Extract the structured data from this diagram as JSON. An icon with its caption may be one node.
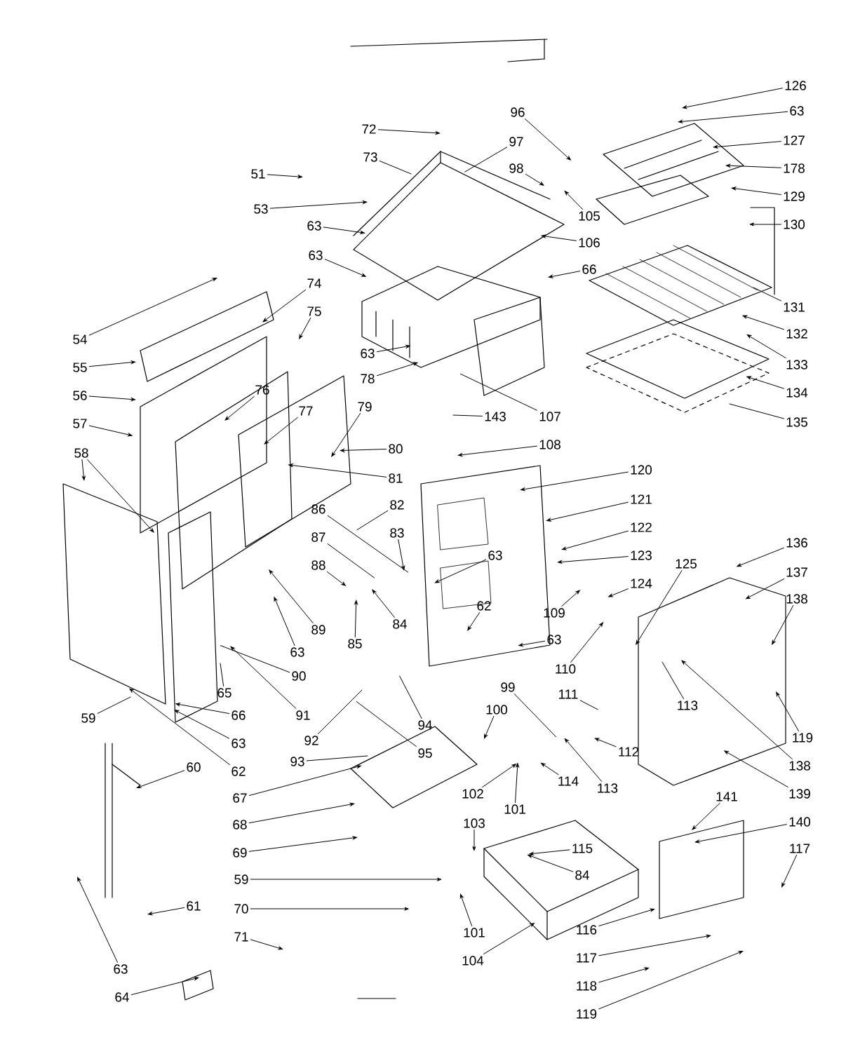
{
  "diagram": {
    "nodes": [
      {
        "text": [
          "126"
        ]
      },
      {
        "text": [
          "63"
        ]
      },
      {
        "text": [
          "96"
        ]
      },
      {
        "text": [
          "72"
        ]
      },
      {
        "text": [
          "127"
        ]
      },
      {
        "text": [
          "97"
        ]
      },
      {
        "text": [
          "73"
        ]
      },
      {
        "text": [
          "98"
        ]
      },
      {
        "text": [
          "178"
        ]
      },
      {
        "text": [
          "51"
        ]
      },
      {
        "text": [
          "129"
        ]
      },
      {
        "text": [
          "53"
        ]
      },
      {
        "text": [
          "105"
        ]
      },
      {
        "text": [
          "130"
        ]
      },
      {
        "text": [
          "63"
        ]
      },
      {
        "text": [
          "106"
        ]
      },
      {
        "text": [
          "63"
        ]
      },
      {
        "text": [
          "66"
        ]
      },
      {
        "text": [
          "74"
        ]
      },
      {
        "text": [
          "131"
        ]
      },
      {
        "text": [
          "75"
        ]
      },
      {
        "text": [
          "132"
        ]
      },
      {
        "text": [
          "54"
        ]
      },
      {
        "text": [
          "63"
        ]
      },
      {
        "text": [
          "133"
        ]
      },
      {
        "text": [
          "55"
        ]
      },
      {
        "text": [
          "78"
        ]
      },
      {
        "text": [
          "76"
        ]
      },
      {
        "text": [
          "134"
        ]
      },
      {
        "text": [
          "56"
        ]
      },
      {
        "text": [
          "79"
        ]
      },
      {
        "text": [
          "77"
        ]
      },
      {
        "text": [
          "143"
        ]
      },
      {
        "text": [
          "107"
        ]
      },
      {
        "text": [
          "135"
        ]
      },
      {
        "text": [
          "57"
        ]
      },
      {
        "text": [
          "108"
        ]
      },
      {
        "text": [
          "80"
        ]
      },
      {
        "text": [
          "58"
        ]
      },
      {
        "text": [
          "120"
        ]
      },
      {
        "text": [
          "81"
        ]
      },
      {
        "text": [
          "121"
        ]
      },
      {
        "text": [
          "82"
        ]
      },
      {
        "text": [
          "86"
        ]
      },
      {
        "text": [
          "122"
        ]
      },
      {
        "text": [
          "83"
        ]
      },
      {
        "text": [
          "87"
        ]
      },
      {
        "text": [
          "136"
        ]
      },
      {
        "text": [
          "63"
        ]
      },
      {
        "text": [
          "123"
        ]
      },
      {
        "text": [
          "125"
        ]
      },
      {
        "text": [
          "88"
        ]
      },
      {
        "text": [
          "137"
        ]
      },
      {
        "text": [
          "124"
        ]
      },
      {
        "text": [
          "138"
        ]
      },
      {
        "text": [
          "62"
        ]
      },
      {
        "text": [
          "109"
        ]
      },
      {
        "text": [
          "84"
        ]
      },
      {
        "text": [
          "89"
        ]
      },
      {
        "text": [
          "63"
        ]
      },
      {
        "text": [
          "85"
        ]
      },
      {
        "text": [
          "63"
        ]
      },
      {
        "text": [
          "110"
        ]
      },
      {
        "text": [
          "99"
        ]
      },
      {
        "text": [
          "90"
        ]
      },
      {
        "text": [
          "65"
        ]
      },
      {
        "text": [
          "100"
        ]
      },
      {
        "text": [
          "111"
        ]
      },
      {
        "text": [
          "113"
        ]
      },
      {
        "text": [
          "91"
        ]
      },
      {
        "text": [
          "66"
        ]
      },
      {
        "text": [
          "59"
        ]
      },
      {
        "text": [
          "94"
        ]
      },
      {
        "text": [
          "92"
        ]
      },
      {
        "text": [
          "119"
        ]
      },
      {
        "text": [
          "63"
        ]
      },
      {
        "text": [
          "95"
        ]
      },
      {
        "text": [
          "112"
        ]
      },
      {
        "text": [
          "93"
        ]
      },
      {
        "text": [
          "138"
        ]
      },
      {
        "text": [
          "60"
        ]
      },
      {
        "text": [
          "62"
        ]
      },
      {
        "text": [
          "114"
        ]
      },
      {
        "text": [
          "113"
        ]
      },
      {
        "text": [
          "102"
        ]
      },
      {
        "text": [
          "139"
        ]
      },
      {
        "text": [
          "141"
        ]
      },
      {
        "text": [
          "67"
        ]
      },
      {
        "text": [
          "101"
        ]
      },
      {
        "text": [
          "140"
        ]
      },
      {
        "text": [
          "103"
        ]
      },
      {
        "text": [
          "68"
        ]
      },
      {
        "text": [
          "115"
        ]
      },
      {
        "text": [
          "117"
        ]
      },
      {
        "text": [
          "69"
        ]
      },
      {
        "text": [
          "84"
        ]
      },
      {
        "text": [
          "59"
        ]
      },
      {
        "text": [
          "101"
        ]
      },
      {
        "text": [
          "61"
        ]
      },
      {
        "text": [
          "70"
        ]
      },
      {
        "text": [
          "116"
        ]
      },
      {
        "text": [
          "71"
        ]
      },
      {
        "text": [
          "117"
        ]
      },
      {
        "text": [
          "104"
        ]
      },
      {
        "text": [
          "63"
        ]
      },
      {
        "text": [
          "118"
        ]
      },
      {
        "text": [
          "64"
        ]
      },
      {
        "text": [
          "119"
        ]
      }
    ],
    "edges": [
      {
        "from": 0,
        "to": null,
        "arrow": "to"
      },
      {
        "from": 1,
        "to": null,
        "arrow": "to"
      },
      {
        "from": 2,
        "to": null,
        "arrow": "to"
      },
      {
        "from": 3,
        "to": null,
        "arrow": "to"
      },
      {
        "from": 4,
        "to": null,
        "arrow": "to"
      },
      {
        "from": 5,
        "to": null,
        "arrow": "none"
      },
      {
        "from": 6,
        "to": null,
        "arrow": "none"
      },
      {
        "from": 7,
        "to": null,
        "arrow": "to"
      },
      {
        "from": 8,
        "to": null,
        "arrow": "to"
      },
      {
        "from": 9,
        "to": null,
        "arrow": "to"
      },
      {
        "from": 10,
        "to": null,
        "arrow": "to"
      },
      {
        "from": 11,
        "to": null,
        "arrow": "to"
      },
      {
        "from": 12,
        "to": null,
        "arrow": "to"
      },
      {
        "from": 13,
        "to": null,
        "arrow": "to"
      },
      {
        "from": 14,
        "to": null,
        "arrow": "to"
      },
      {
        "from": 15,
        "to": null,
        "arrow": "to"
      },
      {
        "from": 16,
        "to": null,
        "arrow": "to"
      },
      {
        "from": 17,
        "to": null,
        "arrow": "to"
      },
      {
        "from": 18,
        "to": null,
        "arrow": "to"
      },
      {
        "from": 19,
        "to": null,
        "arrow": "none"
      },
      {
        "from": 20,
        "to": null,
        "arrow": "to"
      },
      {
        "from": 21,
        "to": null,
        "arrow": "to"
      },
      {
        "from": 22,
        "to": null,
        "arrow": "to"
      },
      {
        "from": 23,
        "to": null,
        "arrow": "to"
      },
      {
        "from": 24,
        "to": null,
        "arrow": "to"
      },
      {
        "from": 25,
        "to": null,
        "arrow": "to"
      },
      {
        "from": 26,
        "to": null,
        "arrow": "to"
      },
      {
        "from": 27,
        "to": null,
        "arrow": "to"
      },
      {
        "from": 28,
        "to": null,
        "arrow": "to"
      },
      {
        "from": 29,
        "to": null,
        "arrow": "to"
      },
      {
        "from": 30,
        "to": null,
        "arrow": "to"
      },
      {
        "from": 31,
        "to": null,
        "arrow": "to"
      },
      {
        "from": 32,
        "to": null,
        "arrow": "none"
      },
      {
        "from": 33,
        "to": null,
        "arrow": "none"
      },
      {
        "from": 34,
        "to": null,
        "arrow": "none"
      },
      {
        "from": 35,
        "to": null,
        "arrow": "to"
      },
      {
        "from": 36,
        "to": null,
        "arrow": "to"
      },
      {
        "from": 37,
        "to": null,
        "arrow": "to"
      },
      {
        "from": 38,
        "to": null,
        "arrow": "to"
      },
      {
        "from": 38,
        "to": null,
        "arrow": "to"
      },
      {
        "from": 39,
        "to": null,
        "arrow": "to"
      },
      {
        "from": 40,
        "to": null,
        "arrow": "to"
      },
      {
        "from": 41,
        "to": null,
        "arrow": "to"
      },
      {
        "from": 42,
        "to": null,
        "arrow": "none"
      },
      {
        "from": 43,
        "to": null,
        "arrow": "none"
      },
      {
        "from": 44,
        "to": null,
        "arrow": "to"
      },
      {
        "from": 45,
        "to": null,
        "arrow": "to"
      },
      {
        "from": 46,
        "to": null,
        "arrow": "none"
      },
      {
        "from": 47,
        "to": null,
        "arrow": "to"
      },
      {
        "from": 48,
        "to": null,
        "arrow": "to"
      },
      {
        "from": 49,
        "to": null,
        "arrow": "to"
      },
      {
        "from": 50,
        "to": null,
        "arrow": "to"
      },
      {
        "from": 51,
        "to": null,
        "arrow": "to"
      },
      {
        "from": 52,
        "to": null,
        "arrow": "to"
      },
      {
        "from": 53,
        "to": null,
        "arrow": "to"
      },
      {
        "from": 54,
        "to": null,
        "arrow": "to"
      },
      {
        "from": 55,
        "to": null,
        "arrow": "to"
      },
      {
        "from": 56,
        "to": null,
        "arrow": "to"
      },
      {
        "from": 57,
        "to": null,
        "arrow": "to"
      },
      {
        "from": 58,
        "to": null,
        "arrow": "to"
      },
      {
        "from": 59,
        "to": null,
        "arrow": "to"
      },
      {
        "from": 60,
        "to": null,
        "arrow": "to"
      },
      {
        "from": 61,
        "to": null,
        "arrow": "to"
      },
      {
        "from": 62,
        "to": null,
        "arrow": "to"
      },
      {
        "from": 63,
        "to": null,
        "arrow": "none"
      },
      {
        "from": 64,
        "to": null,
        "arrow": "none"
      },
      {
        "from": 65,
        "to": null,
        "arrow": "none"
      },
      {
        "from": 66,
        "to": null,
        "arrow": "to"
      },
      {
        "from": 67,
        "to": null,
        "arrow": "none"
      },
      {
        "from": 68,
        "to": null,
        "arrow": "none"
      },
      {
        "from": 69,
        "to": null,
        "arrow": "to"
      },
      {
        "from": 70,
        "to": null,
        "arrow": "to"
      },
      {
        "from": 71,
        "to": null,
        "arrow": "none"
      },
      {
        "from": 72,
        "to": null,
        "arrow": "none"
      },
      {
        "from": 73,
        "to": null,
        "arrow": "none"
      },
      {
        "from": 74,
        "to": null,
        "arrow": "to"
      },
      {
        "from": 75,
        "to": null,
        "arrow": "to"
      },
      {
        "from": 76,
        "to": null,
        "arrow": "none"
      },
      {
        "from": 77,
        "to": null,
        "arrow": "to"
      },
      {
        "from": 78,
        "to": null,
        "arrow": "none"
      },
      {
        "from": 79,
        "to": null,
        "arrow": "to"
      },
      {
        "from": 80,
        "to": null,
        "arrow": "to"
      },
      {
        "from": 81,
        "to": null,
        "arrow": "to"
      },
      {
        "from": 82,
        "to": null,
        "arrow": "to"
      },
      {
        "from": 83,
        "to": null,
        "arrow": "to"
      },
      {
        "from": 84,
        "to": null,
        "arrow": "to"
      },
      {
        "from": 85,
        "to": null,
        "arrow": "to"
      },
      {
        "from": 86,
        "to": null,
        "arrow": "to"
      },
      {
        "from": 87,
        "to": null,
        "arrow": "to"
      },
      {
        "from": 88,
        "to": null,
        "arrow": "to"
      },
      {
        "from": 89,
        "to": null,
        "arrow": "to"
      },
      {
        "from": 90,
        "to": null,
        "arrow": "to"
      },
      {
        "from": 91,
        "to": null,
        "arrow": "to"
      },
      {
        "from": 92,
        "to": null,
        "arrow": "to"
      },
      {
        "from": 93,
        "to": null,
        "arrow": "to"
      },
      {
        "from": 94,
        "to": null,
        "arrow": "to"
      },
      {
        "from": 95,
        "to": null,
        "arrow": "to"
      },
      {
        "from": 96,
        "to": null,
        "arrow": "to"
      },
      {
        "from": 97,
        "to": null,
        "arrow": "to"
      },
      {
        "from": 98,
        "to": null,
        "arrow": "to"
      },
      {
        "from": 99,
        "to": null,
        "arrow": "to"
      },
      {
        "from": 100,
        "to": null,
        "arrow": "to"
      },
      {
        "from": 101,
        "to": null,
        "arrow": "to"
      },
      {
        "from": 102,
        "to": null,
        "arrow": "to"
      },
      {
        "from": 103,
        "to": null,
        "arrow": "to"
      },
      {
        "from": 104,
        "to": null,
        "arrow": "to"
      },
      {
        "from": 105,
        "to": null,
        "arrow": "to"
      },
      {
        "from": 106,
        "to": null,
        "arrow": "to"
      },
      {
        "from": 107,
        "to": null,
        "arrow": "to"
      }
    ]
  }
}
